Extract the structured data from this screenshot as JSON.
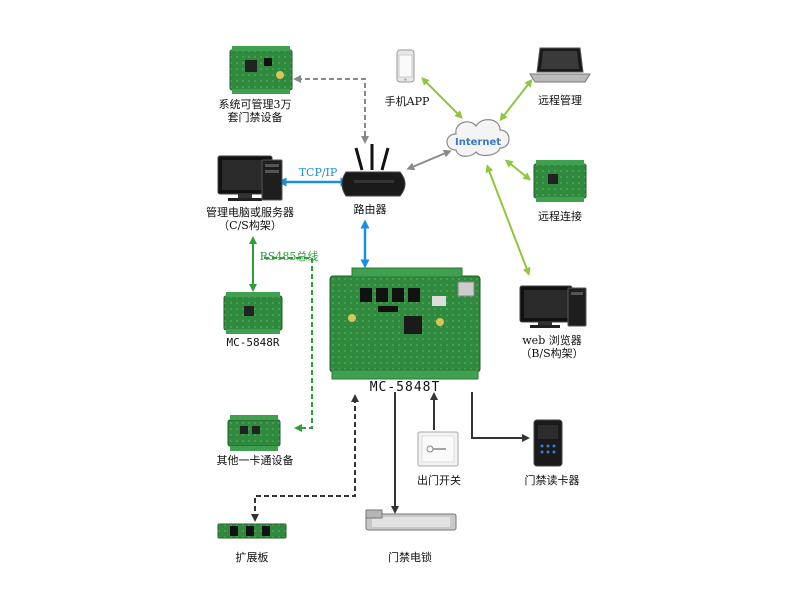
{
  "nodes": {
    "door_devices": {
      "line1": "系统可管理3万",
      "line2": "套门禁设备"
    },
    "phone": {
      "label": "手机APP"
    },
    "remote_mgmt": {
      "label": "远程管理"
    },
    "internet": {
      "label": "Internet"
    },
    "remote_conn": {
      "label": "远程连接"
    },
    "mgmt_pc": {
      "line1": "管理电脑或服务器",
      "line2": "（C/S构架）"
    },
    "router": {
      "label": "路由器"
    },
    "tcpip": {
      "label": "TCP/IP"
    },
    "rs485": {
      "label": "RS485总线"
    },
    "mc5848r": {
      "label": "MC-5848R"
    },
    "mc5848t": {
      "label": "MC-5848T"
    },
    "web_browser": {
      "line1": "web 浏览器",
      "line2": "（B/S构架）"
    },
    "other_card": {
      "label": "其他一卡通设备"
    },
    "exit_switch": {
      "label": "出门开关"
    },
    "card_reader": {
      "label": "门禁读卡器"
    },
    "expansion": {
      "label": "扩展板"
    },
    "door_lock": {
      "label": "门禁电锁"
    }
  },
  "colors": {
    "gray_arrow": "#8a8a8a",
    "green_arrow": "#8fc63f",
    "blue_arrow": "#1a8fe0",
    "rs485_green": "#2e9e3a",
    "black_arrow": "#333333",
    "pcb_green": "#2f8a3e"
  }
}
